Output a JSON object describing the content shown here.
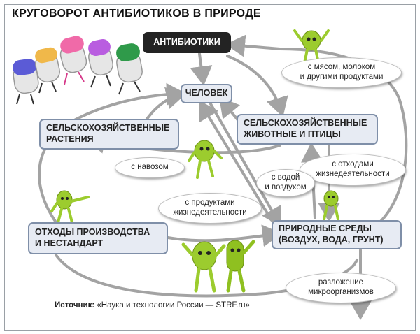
{
  "title": "КРУГОВОРОТ АНТИБИОТИКОВ В ПРИРОДЕ",
  "nodes": {
    "antibiotics": "АНТИБИОТИКИ",
    "human": "ЧЕЛОВЕК",
    "farm_animals_line1": "СЕЛЬСКОХОЗЯЙСТВЕННЫЕ",
    "farm_animals_line2": "ЖИВОТНЫЕ И ПТИЦЫ",
    "farm_plants_line1": "СЕЛЬСКОХОЗЯЙСТВЕННЫЕ",
    "farm_plants_line2": "РАСТЕНИЯ",
    "waste_line1": "ОТХОДЫ ПРОИЗВОДСТВА",
    "waste_line2": "И НЕСТАНДАРТ",
    "environment_line1": "ПРИРОДНЫЕ СРЕДЫ",
    "environment_line2": "(ВОЗДУХ, ВОДА, ГРУНТ)"
  },
  "labels": {
    "with_meat_line1": "с мясом, молоком",
    "with_meat_line2": "и другими продуктами",
    "with_manure": "с навозом",
    "with_waste_line1": "с отходами",
    "with_waste_line2": "жизнедеятельности",
    "with_water_line1": "с водой",
    "with_water_line2": "и воздухом",
    "with_products_line1": "с продуктами",
    "with_products_line2": "жизнедеятельности",
    "decomposition_line1": "разложение",
    "decomposition_line2": "микроорганизмов"
  },
  "source": {
    "label": "Источник:",
    "text": "«Наука и технологии России — STRF.ru»"
  },
  "colors": {
    "box_fill": "#e7ebf3",
    "box_border": "#7f8fa8",
    "arrow": "#a3a3a3",
    "dark_box": "#232323",
    "character_green": "#9ccc2e",
    "capsule_colors": [
      "#5b5bd6",
      "#f0b84a",
      "#f06aa8",
      "#b95de0",
      "#2f9a4a"
    ]
  }
}
